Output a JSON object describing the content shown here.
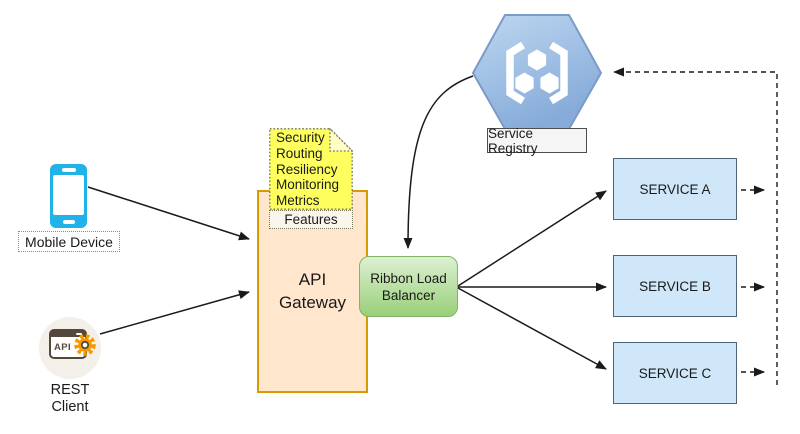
{
  "diagram": {
    "clients": {
      "mobile": {
        "label": "Mobile Device"
      },
      "rest": {
        "label_line1": "REST",
        "label_line2": "Client",
        "icon_text": "API"
      }
    },
    "gateway": {
      "line1": "API",
      "line2": "Gateway"
    },
    "features_note": {
      "items": [
        "Security",
        "Routing",
        "Resiliency",
        "Monitoring",
        "Metrics"
      ],
      "caption": "Features"
    },
    "load_balancer": {
      "line1": "Ribbon Load",
      "line2": "Balancer"
    },
    "registry": {
      "label": "Service Registry"
    },
    "services": [
      {
        "label": "SERVICE A"
      },
      {
        "label": "SERVICE B"
      },
      {
        "label": "SERVICE C"
      }
    ],
    "colors": {
      "gateway_fill": "#ffe6cc",
      "gateway_border": "#d79b00",
      "note_fill": "#feff5e",
      "note_fold": "#ffffc4",
      "feature_fill": "#faf6ec",
      "lb_fill_top": "#dcf0d3",
      "lb_fill_bottom": "#99d078",
      "lb_border": "#82b366",
      "service_fill": "#cfe7f8",
      "service_border": "#4b6478",
      "hex_top": "#bdd7f1",
      "hex_bottom": "#86abd9",
      "hex_border": "#7b9bc8",
      "phone": "#1fb3ea",
      "gear": "#f59b00",
      "rest_dark": "#54483c",
      "rest_circle": "#f3efe9",
      "wire": "#1a1a1a"
    }
  }
}
